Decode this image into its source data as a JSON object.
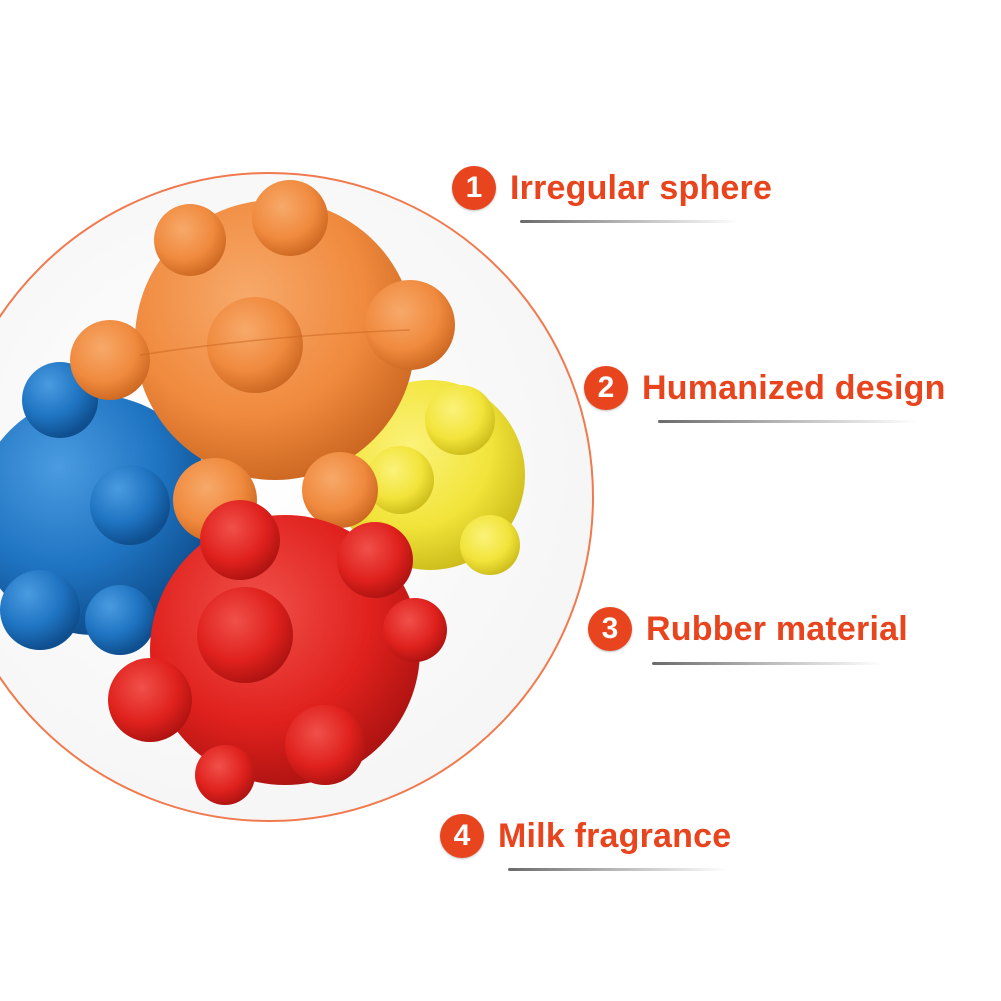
{
  "colors": {
    "accent": "#e8441d",
    "frame_outline": "#f07a4e",
    "ball_orange": "#f08a3e",
    "ball_blue": "#1f74c2",
    "ball_yellow": "#f2e43a",
    "ball_red": "#e0211d"
  },
  "features": [
    {
      "number": "1",
      "label": "Irregular sphere"
    },
    {
      "number": "2",
      "label": "Humanized design"
    },
    {
      "number": "3",
      "label": "Rubber material"
    },
    {
      "number": "4",
      "label": "Milk fragrance"
    }
  ],
  "image": {
    "subject": "rubber-toy-balls",
    "balls": [
      "blue",
      "orange",
      "yellow",
      "red"
    ]
  }
}
